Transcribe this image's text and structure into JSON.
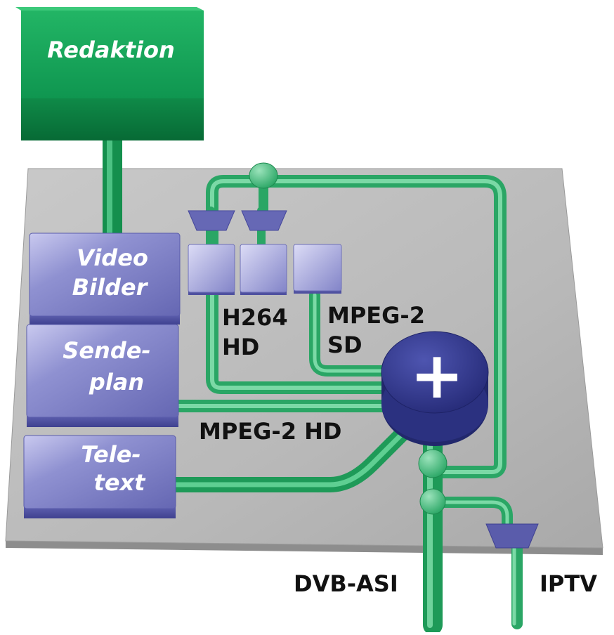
{
  "blocks": {
    "redaktion": "Redaktion",
    "video_line1": "Video",
    "video_line2": "Bilder",
    "sende_line1": "Sende-",
    "sende_line2": "plan",
    "tele_line1": "Tele-",
    "tele_line2": "text"
  },
  "labels": {
    "h264_line1": "H264",
    "h264_line2": "HD",
    "mpeg2sd_line1": "MPEG-2",
    "mpeg2sd_line2": "SD",
    "mpeg2hd": "MPEG-2 HD",
    "dvbasi": "DVB-ASI",
    "iptv": "IPTV",
    "multiplexer_symbol": "+"
  },
  "colors": {
    "green_dark": "#0e8a48",
    "green": "#19a85a",
    "pipe": "#3cb878",
    "block_blue": "#7d7fc4",
    "mux_navy": "#2e3487",
    "plate": "#b8b8b8"
  }
}
